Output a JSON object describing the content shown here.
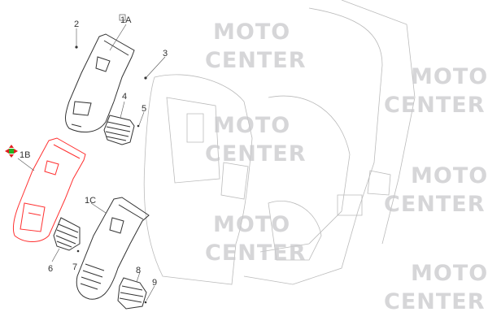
{
  "watermark": {
    "line1": "MOTO",
    "line2": "CENTER"
  },
  "labels": {
    "p1A": "1A",
    "p1B": "1B",
    "p1C": "1C",
    "p2": "2",
    "p3": "3",
    "p4": "4",
    "p5": "5",
    "p6": "6",
    "p7": "7",
    "p8": "8",
    "p9": "9"
  },
  "highlight_color": "#ff3030"
}
